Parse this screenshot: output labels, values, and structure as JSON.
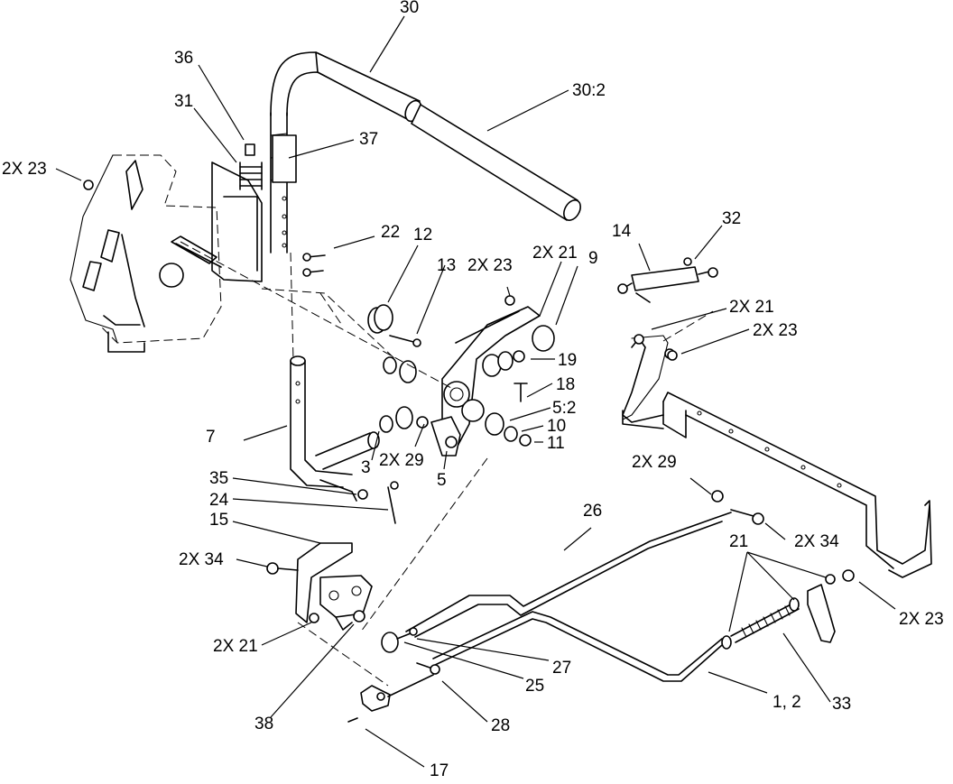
{
  "callouts": {
    "c30": "30",
    "c30_2": "30:2",
    "c36": "36",
    "c31": "31",
    "c37": "37",
    "c2x23_a": "2X 23",
    "c22": "22",
    "c12": "12",
    "c13": "13",
    "c2x23_b": "2X 23",
    "c2x21_a": "2X 21",
    "c9": "9",
    "c14": "14",
    "c32": "32",
    "c2x21_b": "2X 21",
    "c2x23_c": "2X 23",
    "c19": "19",
    "c18": "18",
    "c5_2": "5:2",
    "c10": "10",
    "c11": "11",
    "c7": "7",
    "c3": "3",
    "c2x29_a": "2X 29",
    "c5": "5",
    "c35": "35",
    "c24": "24",
    "c15": "15",
    "c2x29_b": "2X 29",
    "c26": "26",
    "c21": "21",
    "c2x34_a": "2X 34",
    "c2x34_b": "2X 34",
    "c2x23_d": "2X 23",
    "c2x21_c": "2X 21",
    "c27": "27",
    "c25": "25",
    "c33": "33",
    "c1_2": "1, 2",
    "c38": "38",
    "c28": "28",
    "c17": "17"
  }
}
